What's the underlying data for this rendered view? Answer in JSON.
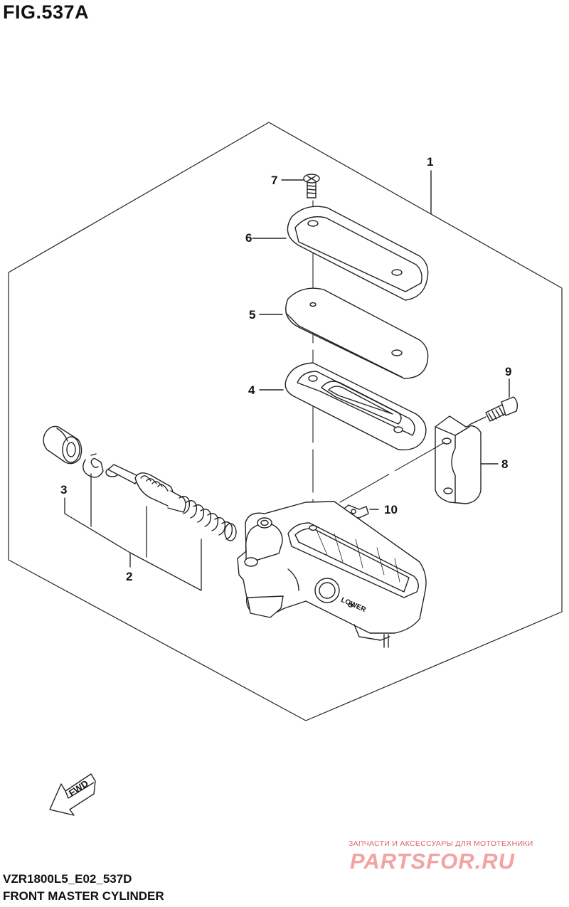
{
  "header": {
    "figure_label": "FIG.537A"
  },
  "footer": {
    "model_code": "VZR1800L5_E02_537D",
    "section_name": "FRONT MASTER CYLINDER"
  },
  "parts": [
    {
      "ref": "1"
    },
    {
      "ref": "2"
    },
    {
      "ref": "3"
    },
    {
      "ref": "4"
    },
    {
      "ref": "5"
    },
    {
      "ref": "6"
    },
    {
      "ref": "7"
    },
    {
      "ref": "8"
    },
    {
      "ref": "9"
    },
    {
      "ref": "10"
    }
  ],
  "body_labels": {
    "lower": "LOWER",
    "fwd": "FWD"
  },
  "watermark": {
    "tagline": "ЗАПЧАСТИ И АКСЕССУАРЫ ДЛЯ МОТОТЕХНИКИ",
    "brand": "PARTSFOR.RU"
  }
}
